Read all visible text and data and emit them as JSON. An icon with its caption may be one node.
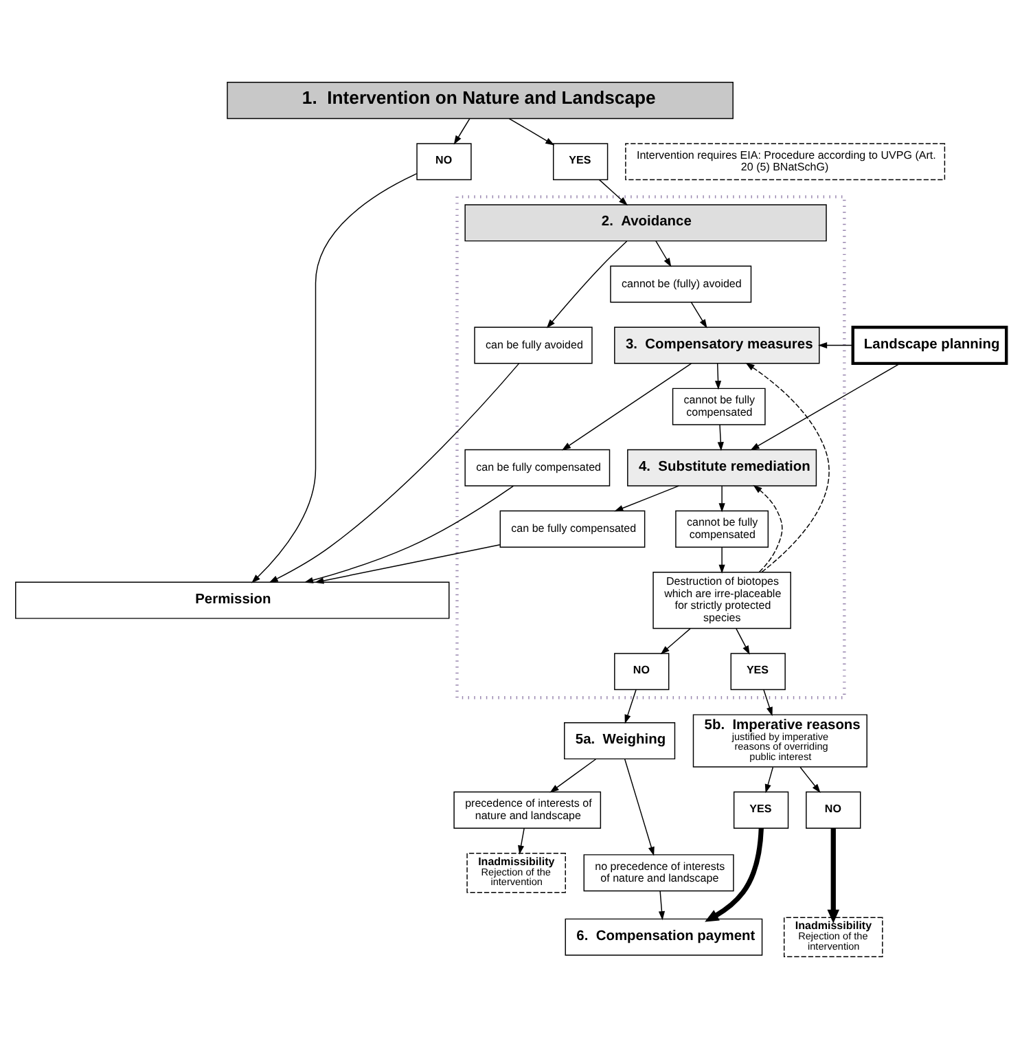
{
  "diagram": {
    "nodes": [
      {
        "text": [
          "1.  Intervention on Nature and Landscape"
        ]
      },
      {
        "text": [
          "NO"
        ]
      },
      {
        "text": [
          "YES"
        ]
      },
      {
        "text": [
          "Intervention requires EIA: Procedure according to UVPG (Art. 20 (5) BNatSchG)"
        ]
      },
      {
        "text": [],
        "shape": "box"
      },
      {
        "text": [
          "2.  Avoidance"
        ],
        "in": 4
      },
      {
        "text": [
          "can be fully avoided"
        ],
        "in": 4
      },
      {
        "text": [
          "cannot be (fully) avoided"
        ],
        "in": 4
      },
      {
        "text": [
          "3.  Compensatory measures"
        ],
        "in": 4
      },
      {
        "text": [
          "Landscape planning"
        ]
      },
      {
        "text": [
          "can be fully compensated"
        ],
        "in": 4
      },
      {
        "text": [
          "cannot be fully compensated"
        ],
        "in": 4
      },
      {
        "text": [
          "4.  Substitute remediation"
        ],
        "in": 4
      },
      {
        "text": [
          "can be fully compensated"
        ],
        "in": 4
      },
      {
        "text": [
          "cannot be fully compensated"
        ],
        "in": 4
      },
      {
        "text": [
          "Destruction of biotopes which are irre-placeable for strictly protected species"
        ],
        "in": 4
      },
      {
        "text": [
          "NO"
        ],
        "in": 4
      },
      {
        "text": [
          "YES"
        ],
        "in": 4
      },
      {
        "text": [
          "5a.  Weighing"
        ]
      },
      {
        "text": [
          "5b.  Imperative reasons",
          "justified by imperative reasons of overriding public interest"
        ]
      },
      {
        "text": [
          "precedence of interests of nature and landscape"
        ]
      },
      {
        "text": [
          "no precedence of interests of nature and landscape"
        ]
      },
      {
        "text": [
          "YES"
        ]
      },
      {
        "text": [
          "NO"
        ]
      },
      {
        "text": [
          "Inadmissibility",
          "Rejection of the intervention"
        ]
      },
      {
        "text": [
          "6.  Compensation payment"
        ]
      },
      {
        "text": [
          "Inadmissibility",
          "Rejection of the intervention"
        ]
      },
      {
        "text": [
          "Permission"
        ]
      }
    ],
    "edges": [
      {
        "from": 0,
        "to": 1,
        "arrow": "to"
      },
      {
        "from": 0,
        "to": 2,
        "arrow": "to"
      },
      {
        "from": 1,
        "to": 27,
        "arrow": "to"
      },
      {
        "from": 2,
        "to": 5,
        "arrow": "to"
      },
      {
        "from": 5,
        "to": 6,
        "arrow": "to"
      },
      {
        "from": 5,
        "to": 7,
        "arrow": "to"
      },
      {
        "from": 6,
        "to": 27,
        "arrow": "to"
      },
      {
        "from": 7,
        "to": 8,
        "arrow": "to"
      },
      {
        "from": 9,
        "to": 8,
        "arrow": "to"
      },
      {
        "from": 9,
        "to": 12,
        "arrow": "to"
      },
      {
        "from": 8,
        "to": 10,
        "arrow": "to"
      },
      {
        "from": 8,
        "to": 11,
        "arrow": "to"
      },
      {
        "from": 10,
        "to": 27,
        "arrow": "to"
      },
      {
        "from": 11,
        "to": 12,
        "arrow": "to"
      },
      {
        "from": 12,
        "to": 13,
        "arrow": "to"
      },
      {
        "from": 12,
        "to": 14,
        "arrow": "to"
      },
      {
        "from": 13,
        "to": 27,
        "arrow": "to"
      },
      {
        "from": 14,
        "to": 15,
        "arrow": "to"
      },
      {
        "from": 15,
        "to": 8,
        "arrow": "to",
        "style": "dashed"
      },
      {
        "from": 15,
        "to": 12,
        "arrow": "to",
        "style": "dashed"
      },
      {
        "from": 15,
        "to": 16,
        "arrow": "to"
      },
      {
        "from": 15,
        "to": 17,
        "arrow": "to"
      },
      {
        "from": 16,
        "to": 18,
        "arrow": "to"
      },
      {
        "from": 17,
        "to": 19,
        "arrow": "to"
      },
      {
        "from": 18,
        "to": 20,
        "arrow": "to"
      },
      {
        "from": 18,
        "to": 21,
        "arrow": "to"
      },
      {
        "from": 19,
        "to": 22,
        "arrow": "to"
      },
      {
        "from": 19,
        "to": 23,
        "arrow": "to"
      },
      {
        "from": 20,
        "to": 24,
        "arrow": "to"
      },
      {
        "from": 21,
        "to": 25,
        "arrow": "to"
      },
      {
        "from": 22,
        "to": 25,
        "arrow": "to",
        "style": "thick"
      },
      {
        "from": 23,
        "to": 26,
        "arrow": "to",
        "style": "thick"
      }
    ]
  }
}
